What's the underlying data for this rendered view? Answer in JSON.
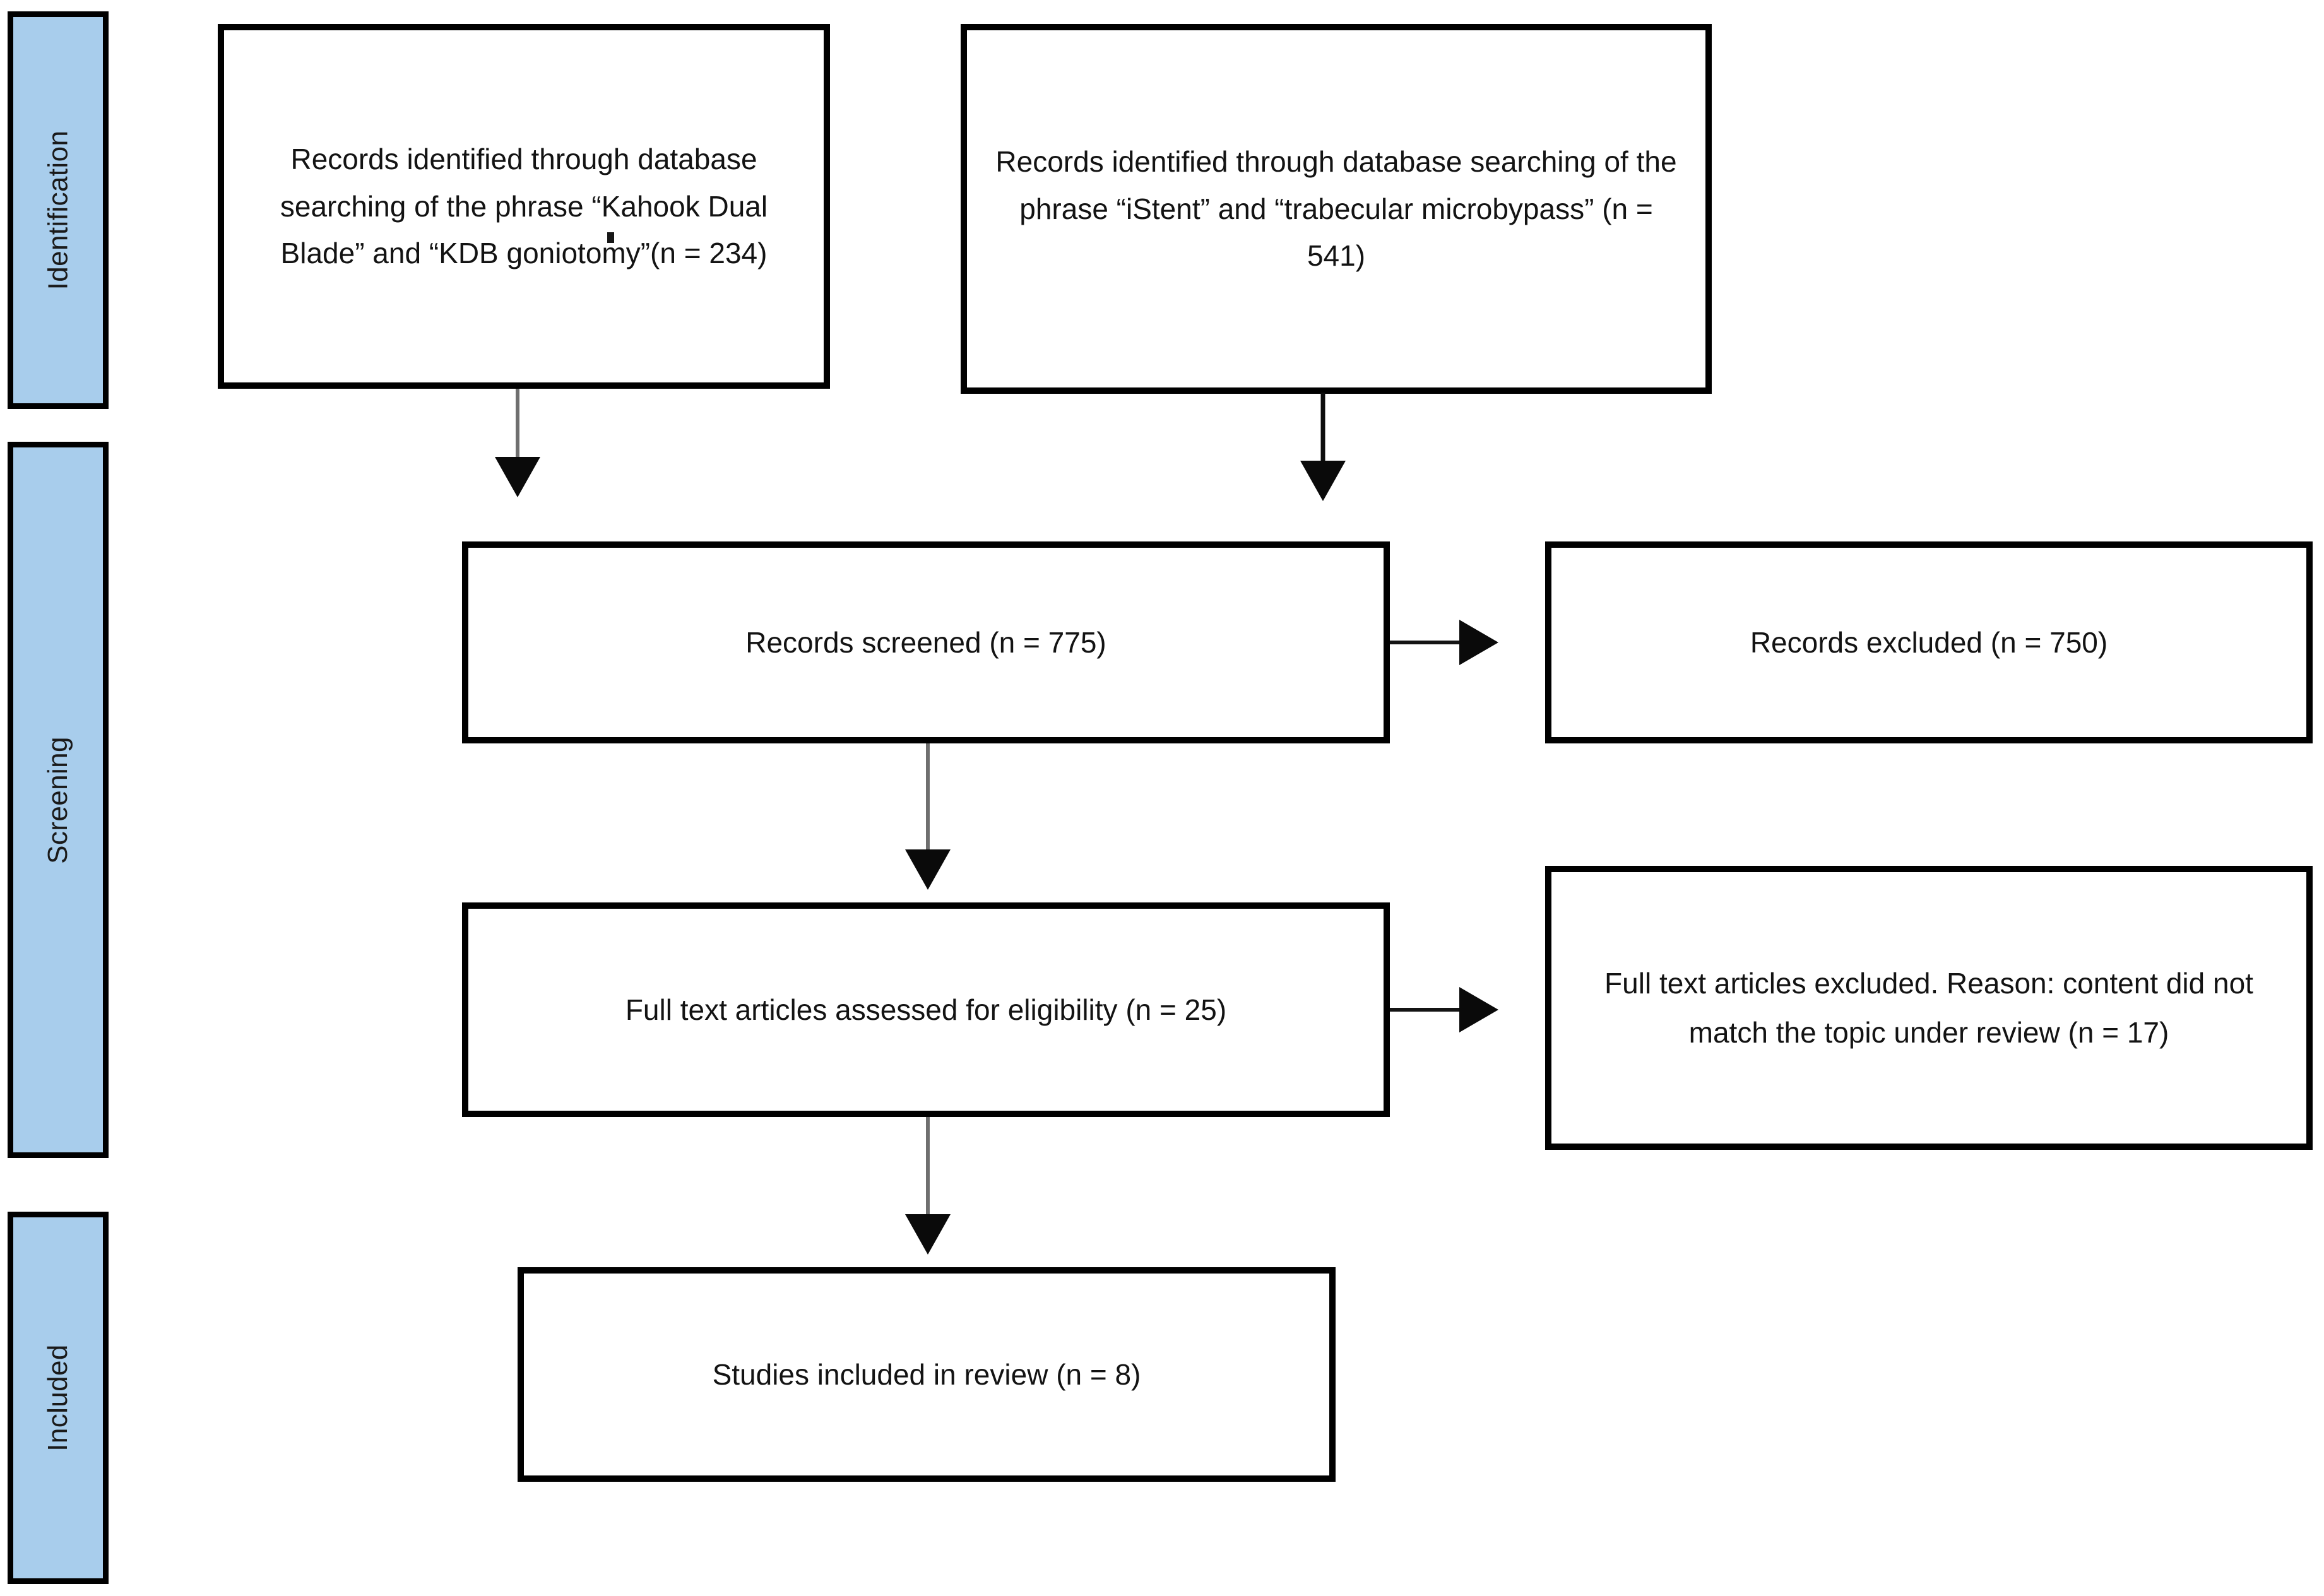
{
  "diagram": {
    "type": "prisma-flow-diagram",
    "accent_color": "#a8cdec",
    "border_color": "#000000",
    "background_color": "#ffffff",
    "stages": [
      {
        "id": "identification",
        "label": "Identification"
      },
      {
        "id": "screening",
        "label": "Screening"
      },
      {
        "id": "included",
        "label": "Included"
      }
    ],
    "boxes": [
      {
        "id": "records-identified-kdb",
        "text": "Records identified through database searching of the phrase “Kahook Dual Blade” and “KDB goniotomy”(n = 234)",
        "count": 234
      },
      {
        "id": "records-identified-istent",
        "text": "Records identified through database searching of the phrase “iStent” and “trabecular microbypass” (n = 541)",
        "count": 541
      },
      {
        "id": "records-screened",
        "text": "Records screened (n = 775)",
        "count": 775
      },
      {
        "id": "records-excluded",
        "text": "Records excluded (n = 750)",
        "count": 750
      },
      {
        "id": "full-text-assessed",
        "text": "Full text articles assessed for eligibility (n = 25)",
        "count": 25
      },
      {
        "id": "full-text-excluded",
        "text": "Full text articles excluded. Reason: content did not match the topic under review (n = 17)",
        "count": 17
      },
      {
        "id": "studies-included",
        "text": "Studies included in review (n = 8)",
        "count": 8
      }
    ],
    "connectors": [
      {
        "id": "kdb-to-screened",
        "direction": "down",
        "from": "records-identified-kdb",
        "to": "records-screened"
      },
      {
        "id": "istent-to-screened",
        "direction": "down",
        "from": "records-identified-istent",
        "to": "records-screened"
      },
      {
        "id": "screened-to-excluded",
        "direction": "right",
        "from": "records-screened",
        "to": "records-excluded"
      },
      {
        "id": "screened-to-assessed",
        "direction": "down",
        "from": "records-screened",
        "to": "full-text-assessed"
      },
      {
        "id": "assessed-to-excluded",
        "direction": "right",
        "from": "full-text-assessed",
        "to": "full-text-excluded"
      },
      {
        "id": "assessed-to-included",
        "direction": "down",
        "from": "full-text-assessed",
        "to": "studies-included"
      }
    ]
  }
}
